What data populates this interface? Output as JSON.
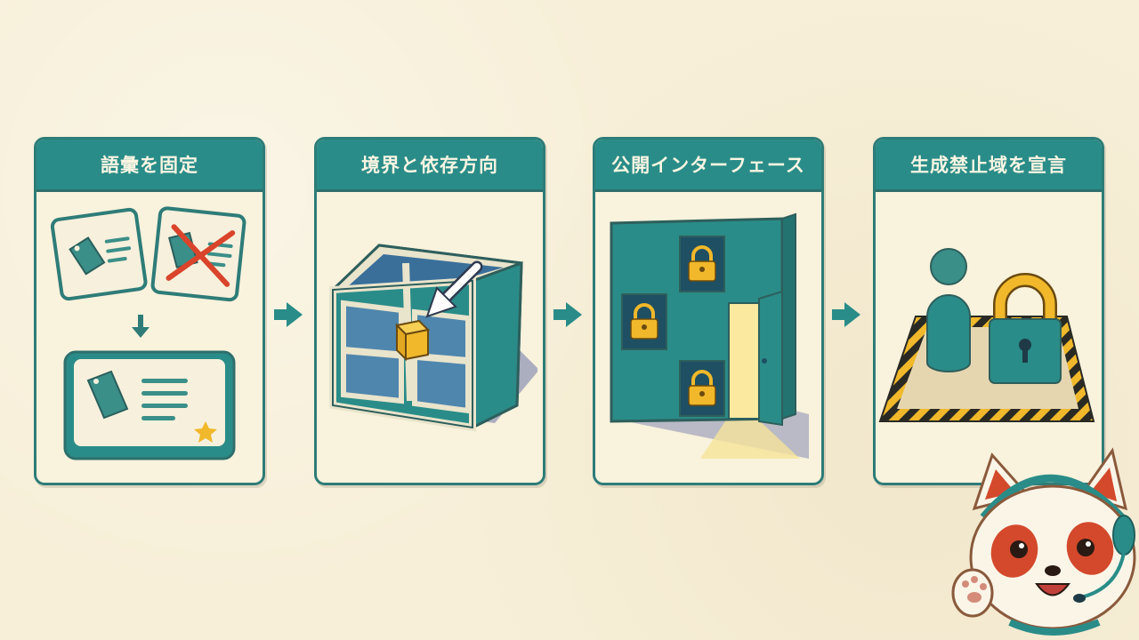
{
  "steps": [
    {
      "title": "語彙を固定",
      "icon": "tag-cards-icon"
    },
    {
      "title": "境界と依存方向",
      "icon": "boundary-box-icon"
    },
    {
      "title": "公開インターフェース",
      "icon": "locked-wall-door-icon"
    },
    {
      "title": "生成禁止域を宣言",
      "icon": "restricted-zone-icon"
    }
  ],
  "colors": {
    "teal": "#2a8c88",
    "background": "#f7efd8",
    "accent_yellow": "#f0b82a",
    "cross_red": "#d9442b"
  }
}
